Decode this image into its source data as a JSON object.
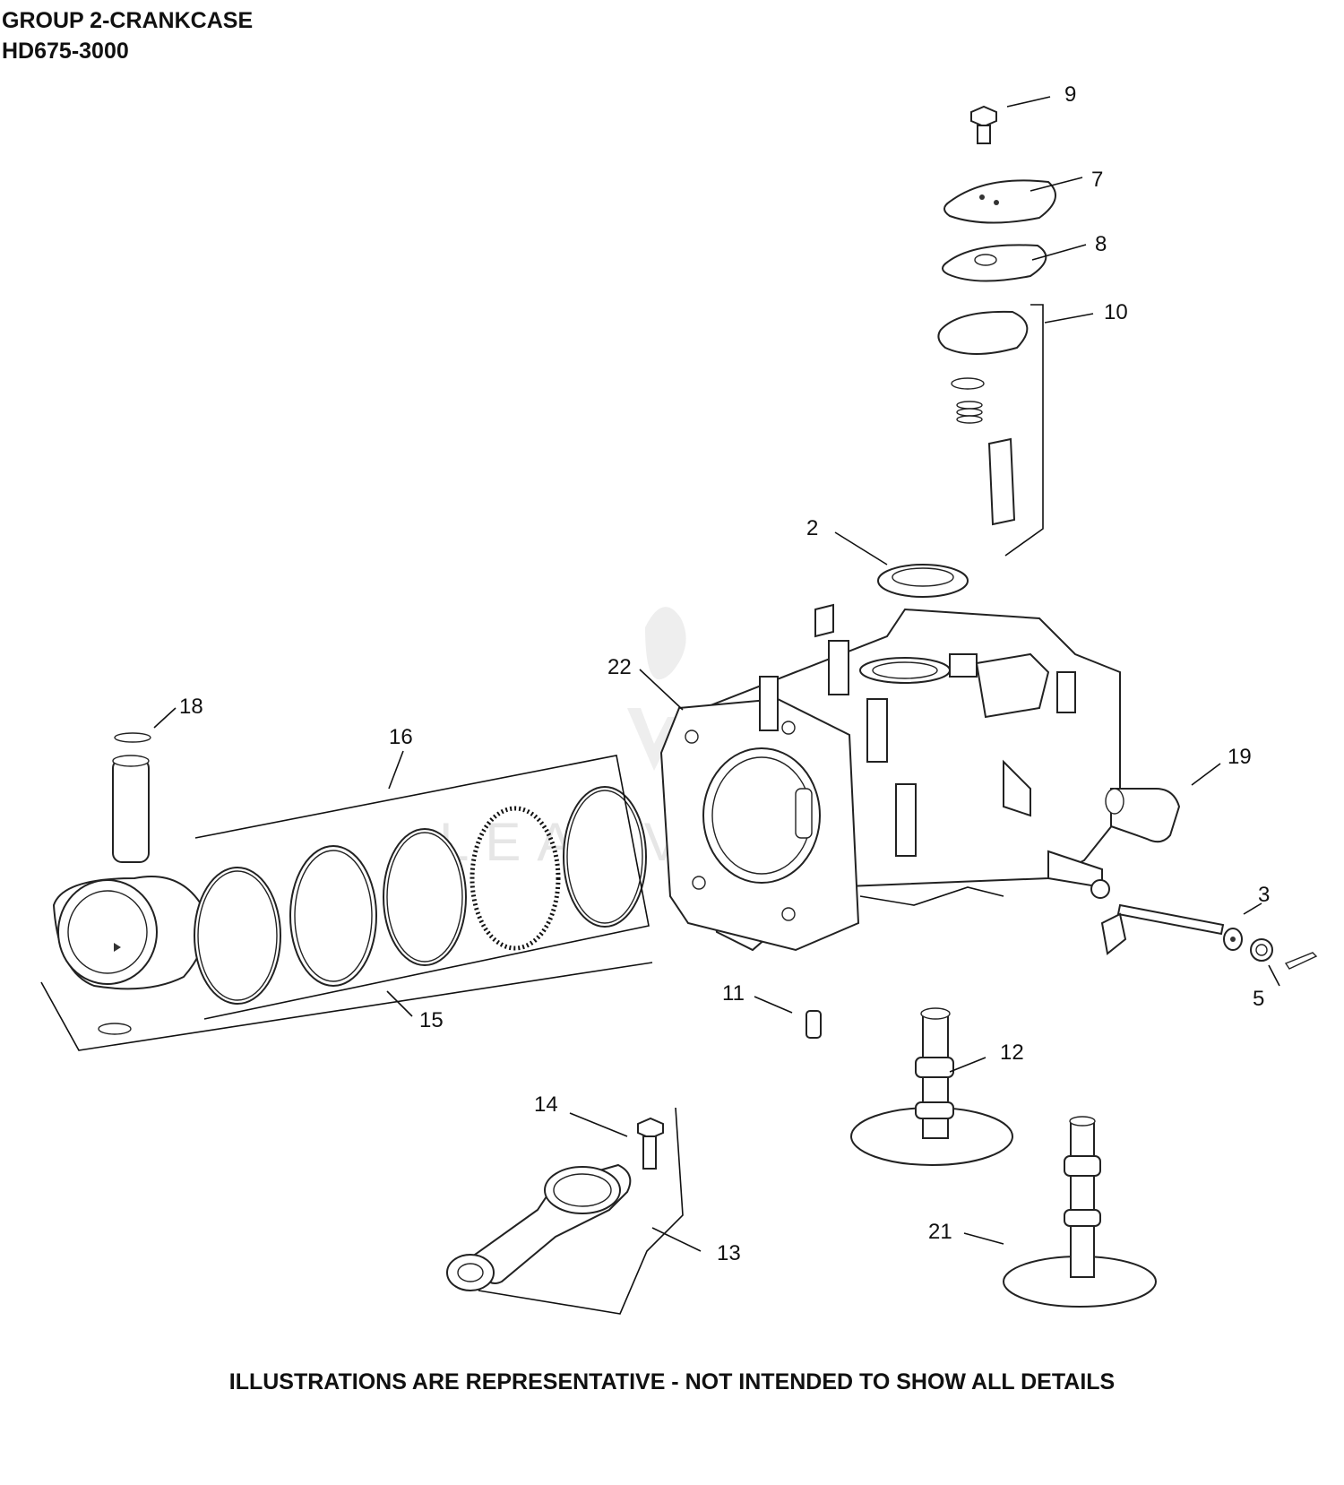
{
  "header": {
    "group_title": "GROUP 2-CRANKCASE",
    "model": "HD675-3000"
  },
  "watermark": "LEADVENTURE",
  "callouts": {
    "c2": "2",
    "c3": "3",
    "c5": "5",
    "c7": "7",
    "c8": "8",
    "c9": "9",
    "c10": "10",
    "c11": "11",
    "c12": "12",
    "c13": "13",
    "c14": "14",
    "c15": "15",
    "c16": "16",
    "c18": "18",
    "c19": "19",
    "c21": "21",
    "c22": "22"
  },
  "footer": {
    "disclaimer": "ILLUSTRATIONS ARE REPRESENTATIVE - NOT INTENDED TO SHOW ALL DETAILS"
  }
}
